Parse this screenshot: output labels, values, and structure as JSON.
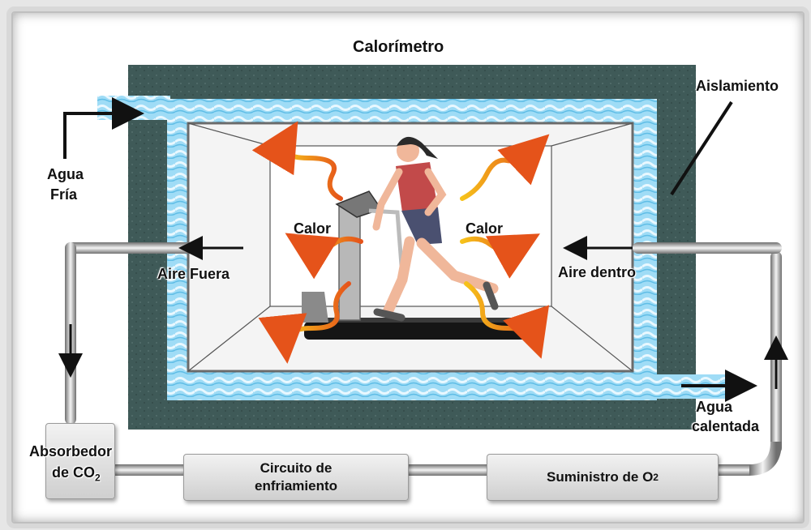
{
  "title": "Calorímetro",
  "labels": {
    "insulation": "Aislamiento",
    "cold_water_1": "Agua",
    "cold_water_2": "Fría",
    "air_out": "Aire Fuera",
    "air_in": "Aire dentro",
    "heat_left": "Calor",
    "heat_right": "Calor",
    "warm_water_1": "Agua",
    "warm_water_2": "calentada"
  },
  "boxes": {
    "co2_absorber_1": "Absorbedor",
    "co2_absorber_2": "de CO",
    "co2_sub": "2",
    "cooling_1": "Circuito de",
    "cooling_2": "enfriamiento",
    "o2_supply": "Suministro de O",
    "o2_sub": "2"
  },
  "colors": {
    "insulation": "#3f5a58",
    "water": "#8fd3f2",
    "heat_arrow": "#f09a1a",
    "heat_arrow_tip": "#e5531a",
    "pipe": "#8f8f8f"
  },
  "icons": {
    "runner": "person-running-icon",
    "treadmill": "treadmill-icon"
  }
}
